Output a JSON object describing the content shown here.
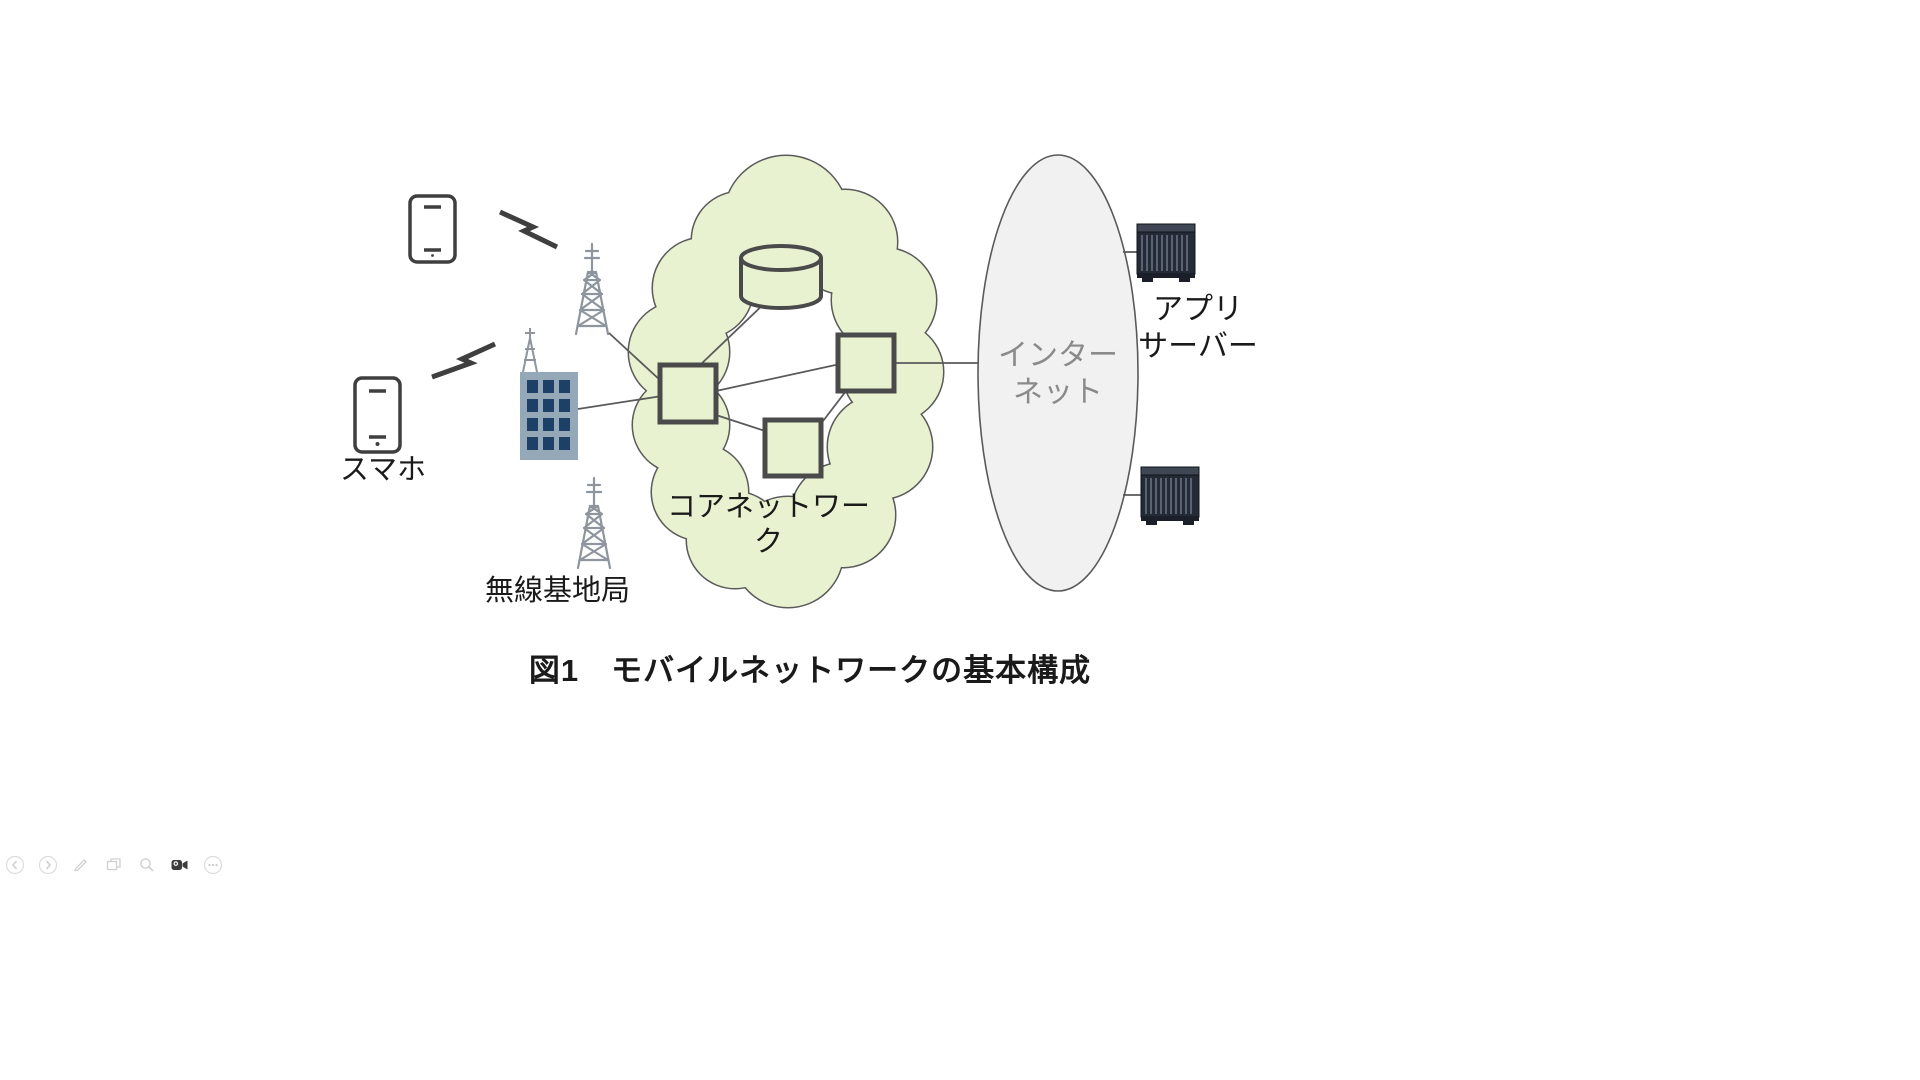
{
  "figure": {
    "caption": "図1　モバイルネットワークの基本構成"
  },
  "labels": {
    "smartphone": "スマホ",
    "base_station": "無線基地局",
    "core_network": "コアネットワーク",
    "internet": [
      "インター",
      "ネット"
    ],
    "app_server": [
      "アプリ",
      "サーバー"
    ]
  },
  "colors": {
    "cloud_fill": "#e9f2d0",
    "cloud_stroke": "#5a5a5a",
    "internet_ellipse_fill": "#f1f1f1",
    "internet_text": "#8a8a8a",
    "node_stroke": "#4a4a4a",
    "connector_line": "#5a5a5a",
    "building_fill": "#94a8b8",
    "building_window": "#1d4066",
    "tower_stroke": "#8e959e",
    "device_stroke": "#3f3f3f"
  },
  "toolbar": {
    "icons": [
      "previous-icon",
      "next-icon",
      "pen-icon",
      "slides-icon",
      "zoom-icon",
      "camera-icon",
      "more-icon"
    ]
  }
}
